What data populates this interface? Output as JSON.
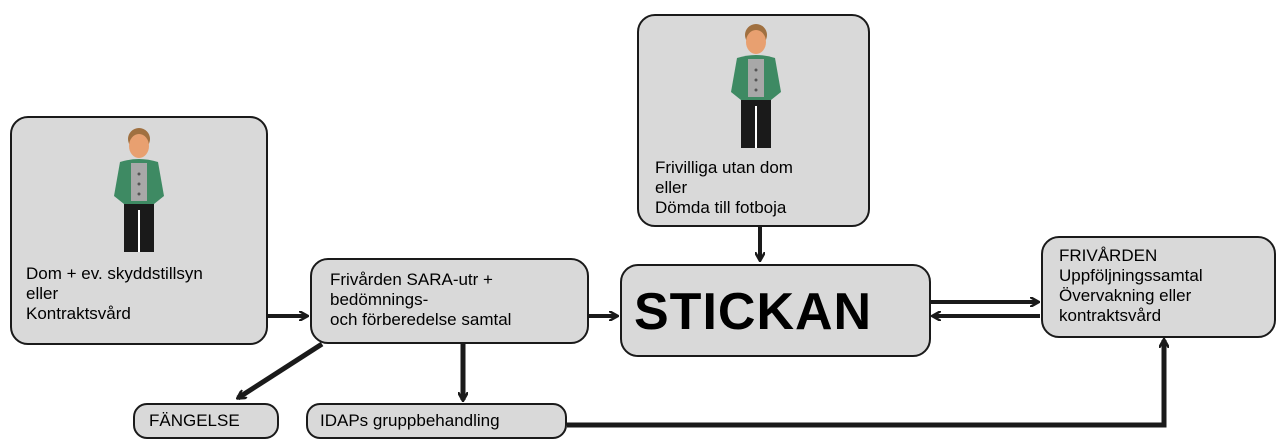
{
  "nodes": {
    "dom": {
      "text": "Dom + ev. skyddstillsyn\neller\nKontraktsvård"
    },
    "frivilliga": {
      "text": "Frivilliga utan dom\neller\nDömda till fotboja"
    },
    "sara": {
      "text": "Frivården SARA-utr +\nbedömnings-\noch förberedelse samtal"
    },
    "stickan": {
      "text": "STICKAN"
    },
    "frivarden": {
      "text": "FRIVÅRDEN\nUppföljningssamtal\nÖvervakning eller\nkontraktsvård"
    },
    "fangelse": {
      "text": "FÄNGELSE"
    },
    "idap": {
      "text": "IDAPs gruppbehandling"
    }
  },
  "colors": {
    "box_fill": "#d9d9d9",
    "border": "#1a1a1a",
    "jacket": "#3e8a63",
    "shirt": "#a8a8a8",
    "pants": "#1a1a1a",
    "skin": "#e8a070",
    "hair": "#a07040"
  },
  "icons": [
    "person-icon"
  ]
}
